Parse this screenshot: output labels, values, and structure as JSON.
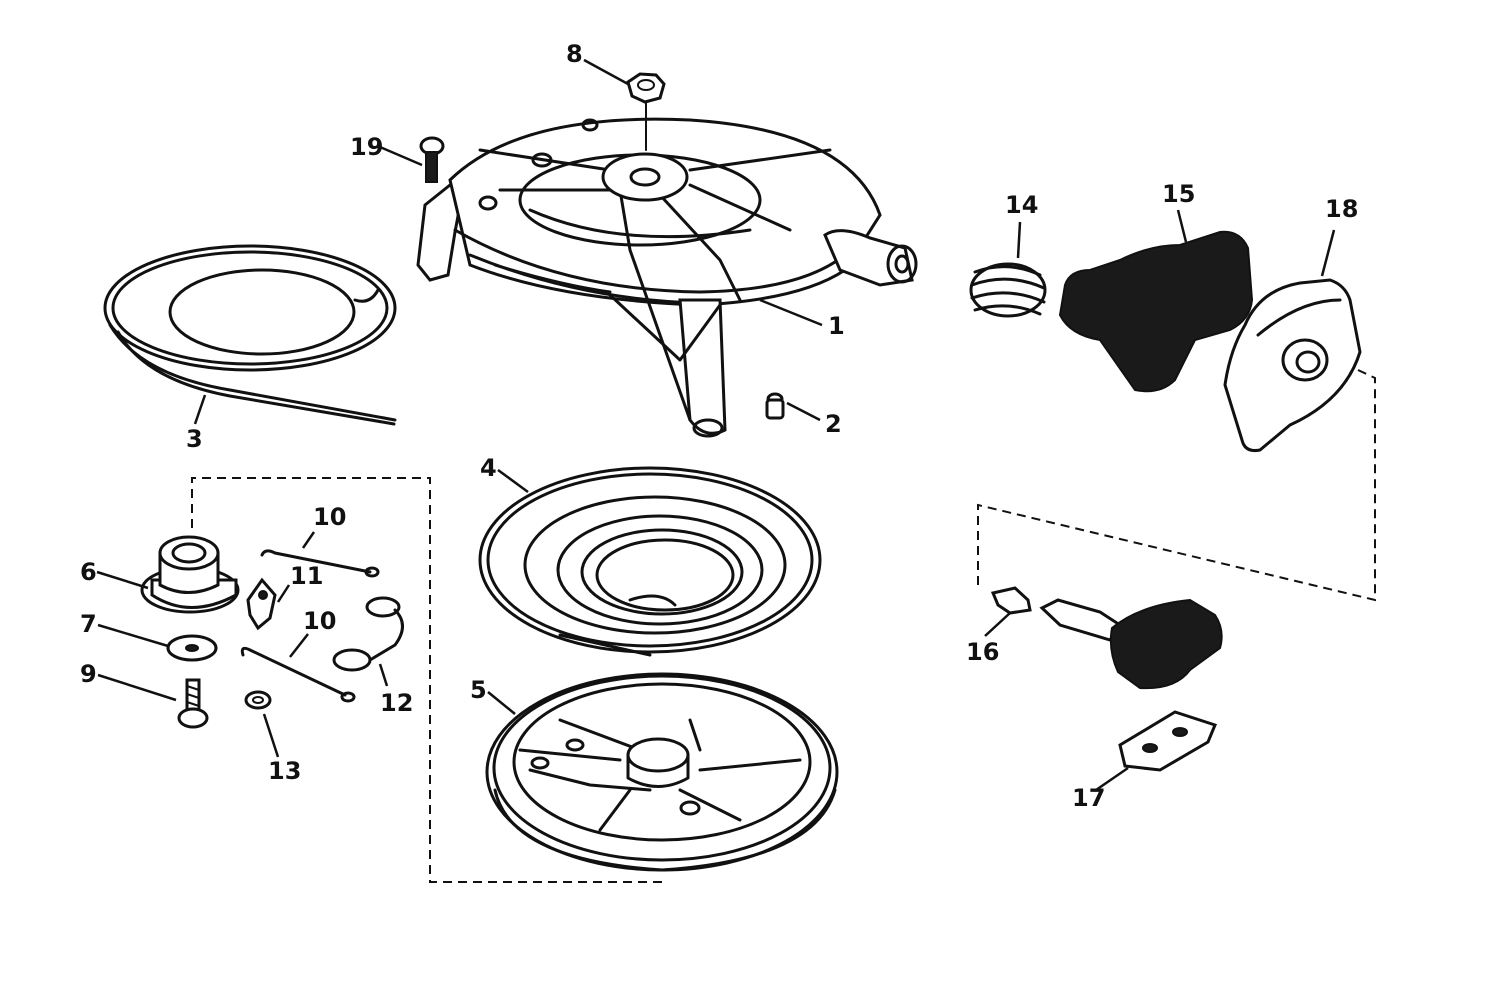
{
  "labels": {
    "p1": "1",
    "p2": "2",
    "p3": "3",
    "p4": "4",
    "p5": "5",
    "p6": "6",
    "p7": "7",
    "p8": "8",
    "p9": "9",
    "p10a": "10",
    "p10b": "10",
    "p11": "11",
    "p12": "12",
    "p13": "13",
    "p14": "14",
    "p15": "15",
    "p16": "16",
    "p17": "17",
    "p18": "18",
    "p19": "19"
  },
  "colors": {
    "ink": "#111111",
    "paper": "#ffffff"
  }
}
